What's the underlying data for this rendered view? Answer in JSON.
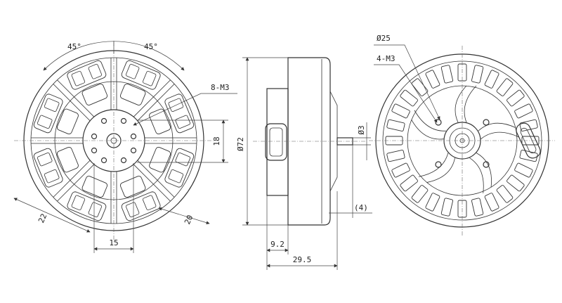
{
  "front_view": {
    "angle_left": "45°",
    "angle_right": "45°",
    "thread_label": "8-M3",
    "dim_height": "18",
    "dim_diag_left": "22",
    "dim_diag_right": "20",
    "dim_width": "15"
  },
  "side_view": {
    "dim_diameter": "Ø72",
    "dim_shaft": "Ø3",
    "dim_step": "(4)",
    "dim_hub_length": "9.2",
    "dim_total_length": "29.5"
  },
  "rear_view": {
    "dim_diameter": "Ø25",
    "thread_label": "4-M3"
  }
}
